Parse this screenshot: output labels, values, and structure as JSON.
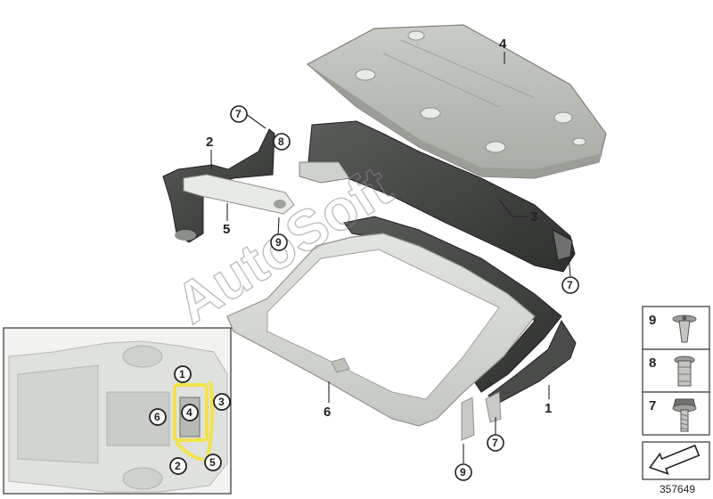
{
  "watermark": "AutoSoft",
  "diagram_id": "357649",
  "colors": {
    "panel_grey": "#b9bdb7",
    "panel_dark": "#3c3e3c",
    "frame_light": "#d7d9d4",
    "highlight_yellow": "#f3e24a"
  },
  "callouts": {
    "c1": "1",
    "c2": "2",
    "c3": "3",
    "c4": "4",
    "c5": "5",
    "c6": "6",
    "c7a": "7",
    "c7b": "7",
    "c7c": "7",
    "c8": "8",
    "c9a": "9",
    "c9b": "9"
  },
  "inset": {
    "labels": {
      "i1": "1",
      "i2": "2",
      "i3": "3",
      "i4": "4",
      "i5": "5",
      "i6": "6"
    }
  },
  "legend": {
    "items": [
      {
        "number": "9",
        "icon": "expanding-rivet-icon"
      },
      {
        "number": "8",
        "icon": "blind-rivet-nut-icon"
      },
      {
        "number": "7",
        "icon": "flange-screw-icon"
      }
    ],
    "arrow_icon": "direction-arrow-icon"
  }
}
